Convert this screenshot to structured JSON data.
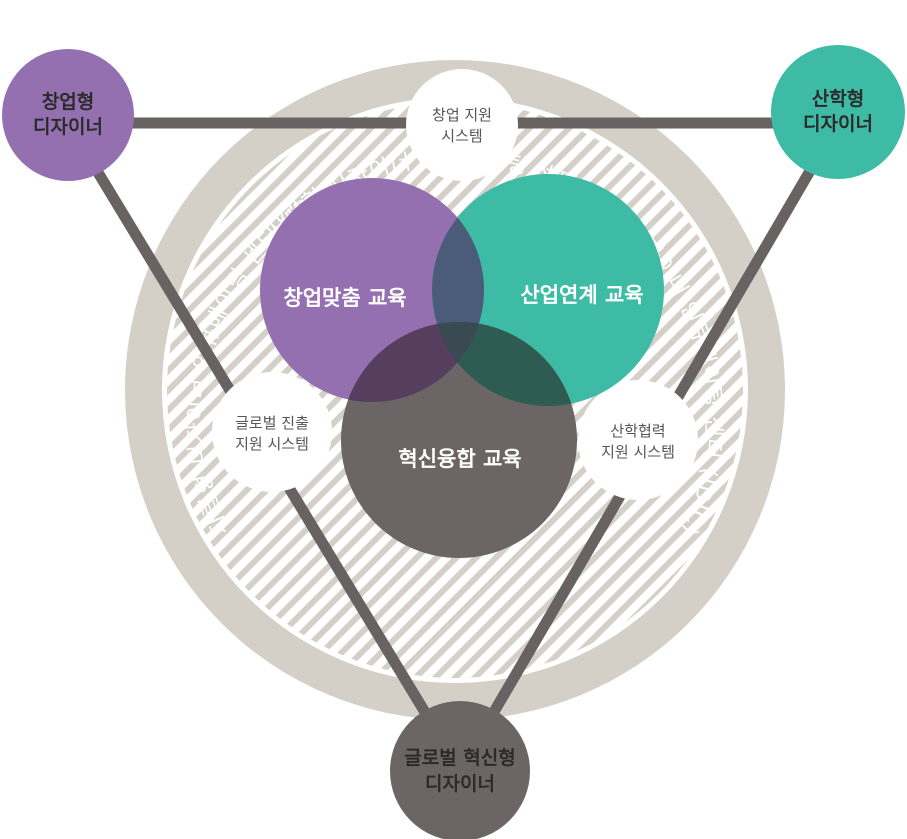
{
  "ring_label": "자립형 디자이너 인큐베이팅 센터 (IDIC)",
  "nodes": {
    "startup": {
      "line1": "창업형",
      "line2": "디자이너",
      "color": "#9470b0"
    },
    "industry": {
      "line1": "산학형",
      "line2": "디자이너",
      "color": "#3dbba5"
    },
    "global": {
      "line1": "글로벌 혁신형",
      "line2": "디자이너",
      "color": "#6b6565"
    }
  },
  "venn": {
    "startup_edu": {
      "label": "창업맞춤 교육",
      "color": "#9470b0"
    },
    "industry_edu": {
      "label": "산업연계 교육",
      "color": "#3dbba5"
    },
    "convergence_edu": {
      "label": "혁신융합 교육",
      "color": "#6b6565"
    }
  },
  "systems": {
    "startup_support": {
      "line1": "창업 지원",
      "line2": "시스템"
    },
    "global_support": {
      "line1": "글로벌 진출",
      "line2": "지원 시스템"
    },
    "industry_support": {
      "line1": "산학협력",
      "line2": "지원 시스템"
    }
  },
  "colors": {
    "ring": "#d4d0c8",
    "connector": "#686262",
    "stripe": "#d4d0c8"
  }
}
